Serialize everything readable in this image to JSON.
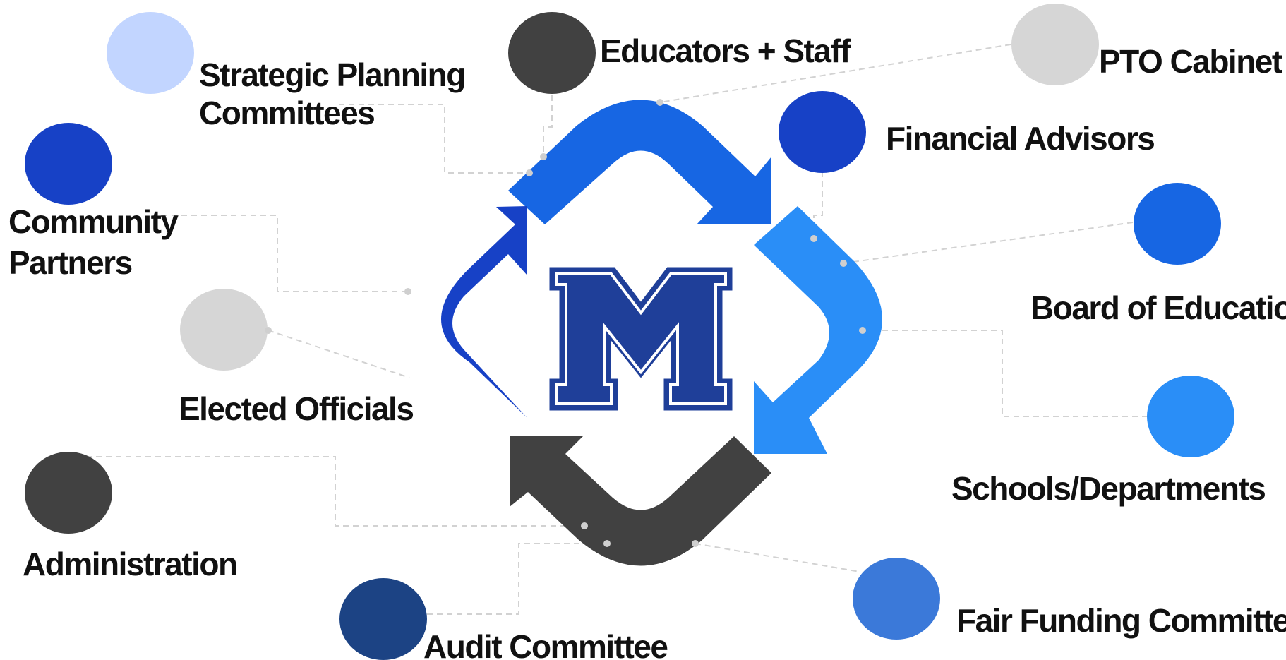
{
  "center_logo": {
    "letter": "M",
    "colors": {
      "fill": "#1f3f99",
      "outline": "#ffffff",
      "border": "#1f3f99"
    }
  },
  "cycle_colors": {
    "top": "#1766e3",
    "right": "#2a8ef7",
    "bottom": "#414141",
    "left": "#1741c6"
  },
  "stakeholders": [
    {
      "id": "strategic-planning",
      "lines": [
        "Strategic Planning",
        "Committees"
      ],
      "color": "#c2d5ff"
    },
    {
      "id": "educators-staff",
      "lines": [
        "Educators + Staff"
      ],
      "color": "#414141"
    },
    {
      "id": "pto-cabinet",
      "lines": [
        "PTO Cabinet"
      ],
      "color": "#d6d6d6"
    },
    {
      "id": "financial-advisors",
      "lines": [
        "Financial Advisors"
      ],
      "color": "#1741c6"
    },
    {
      "id": "community-partners",
      "lines": [
        "Community",
        "Partners"
      ],
      "color": "#1741c6"
    },
    {
      "id": "board-of-education",
      "lines": [
        "Board of Education"
      ],
      "color": "#1766e3"
    },
    {
      "id": "elected-officials",
      "lines": [
        "Elected Officials"
      ],
      "color": "#d6d6d6"
    },
    {
      "id": "schools-departments",
      "lines": [
        "Schools/Departments"
      ],
      "color": "#2a8ef7"
    },
    {
      "id": "administration",
      "lines": [
        "Administration"
      ],
      "color": "#414141"
    },
    {
      "id": "fair-funding",
      "lines": [
        "Fair Funding Committee"
      ],
      "color": "#3b79d9"
    },
    {
      "id": "audit-committee",
      "lines": [
        "Audit Committee"
      ],
      "color": "#1c4384"
    }
  ]
}
